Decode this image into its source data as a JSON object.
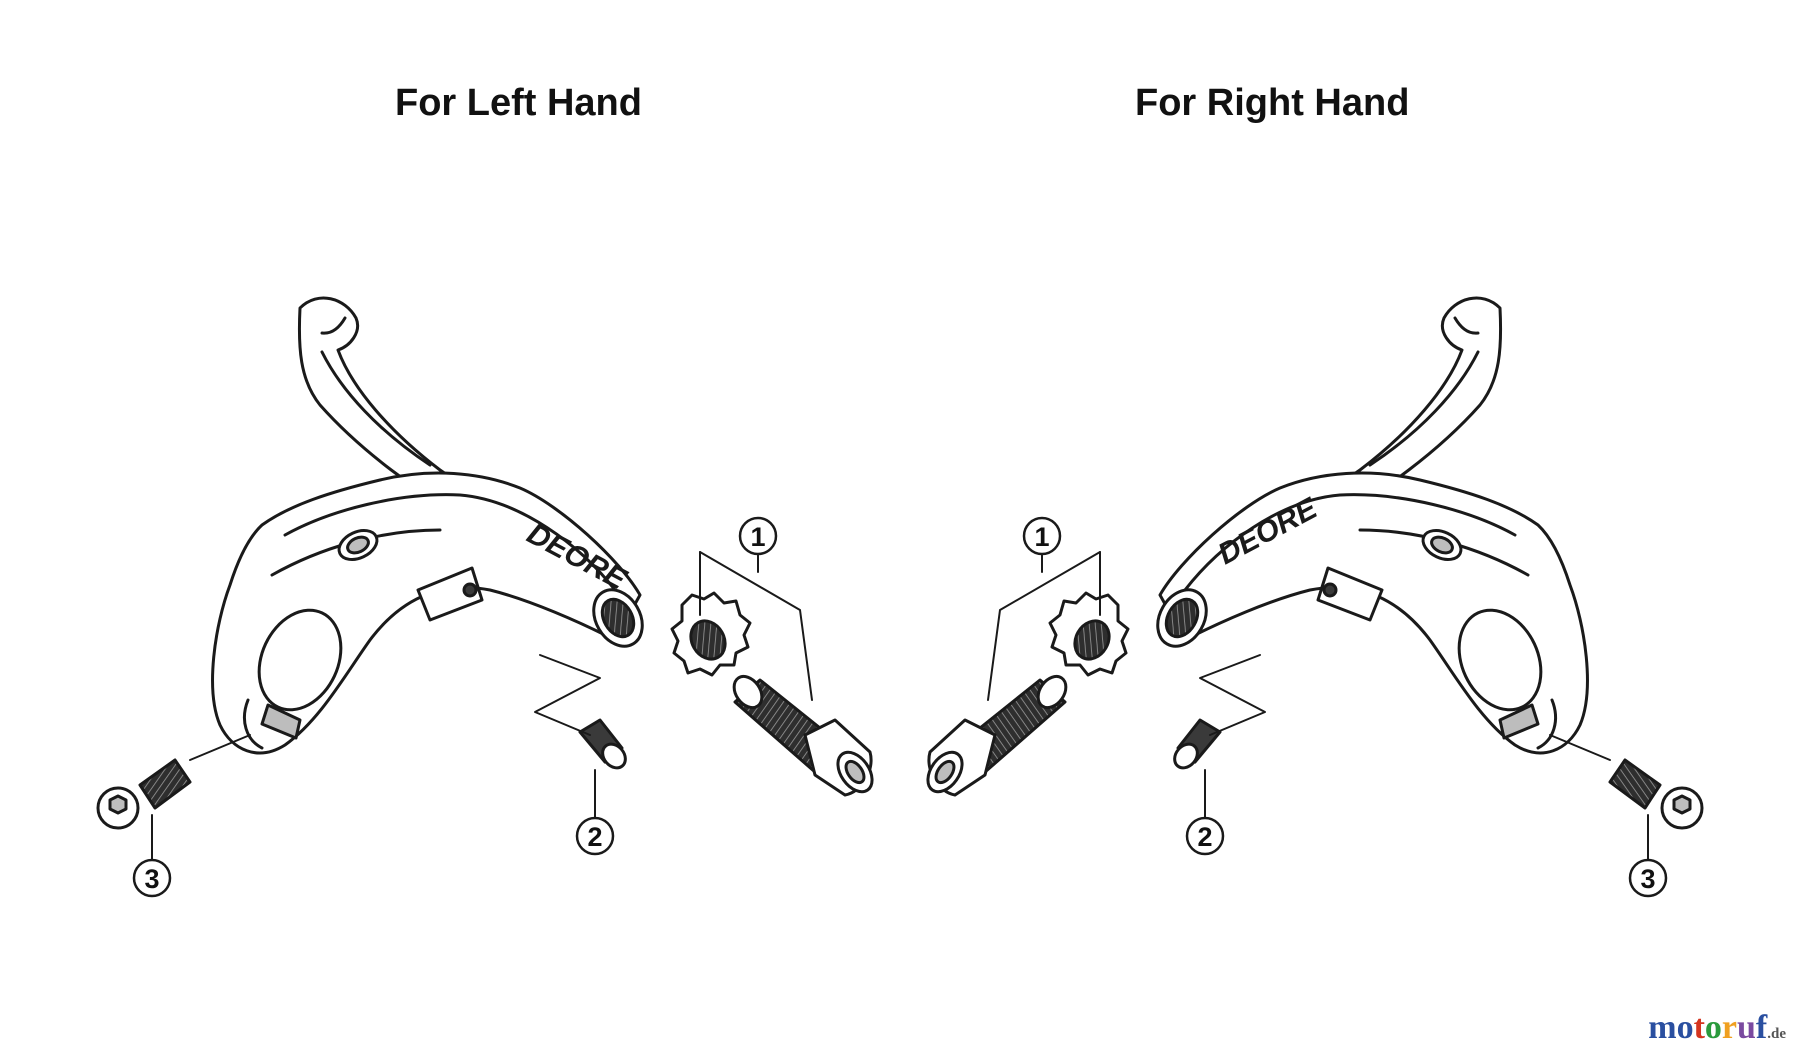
{
  "headings": {
    "left": "For Left Hand",
    "right": "For Right Hand"
  },
  "callouts": {
    "left": [
      "1",
      "2",
      "3"
    ],
    "right": [
      "1",
      "2",
      "3"
    ]
  },
  "brand_mark": "DEORE",
  "watermark": {
    "letters": [
      "m",
      "o",
      "t",
      "o",
      "r",
      "u",
      "f"
    ],
    "letter_colors": [
      "#2a4fa0",
      "#2a4fa0",
      "#d4341f",
      "#2a9a3c",
      "#f0a020",
      "#7a4aa0",
      "#2a4fa0"
    ],
    "tld": ".de"
  },
  "colors": {
    "line": "#1a1a1a",
    "fill": "#ffffff",
    "shade": "#bdbdbd",
    "dark": "#3a3a3a"
  }
}
